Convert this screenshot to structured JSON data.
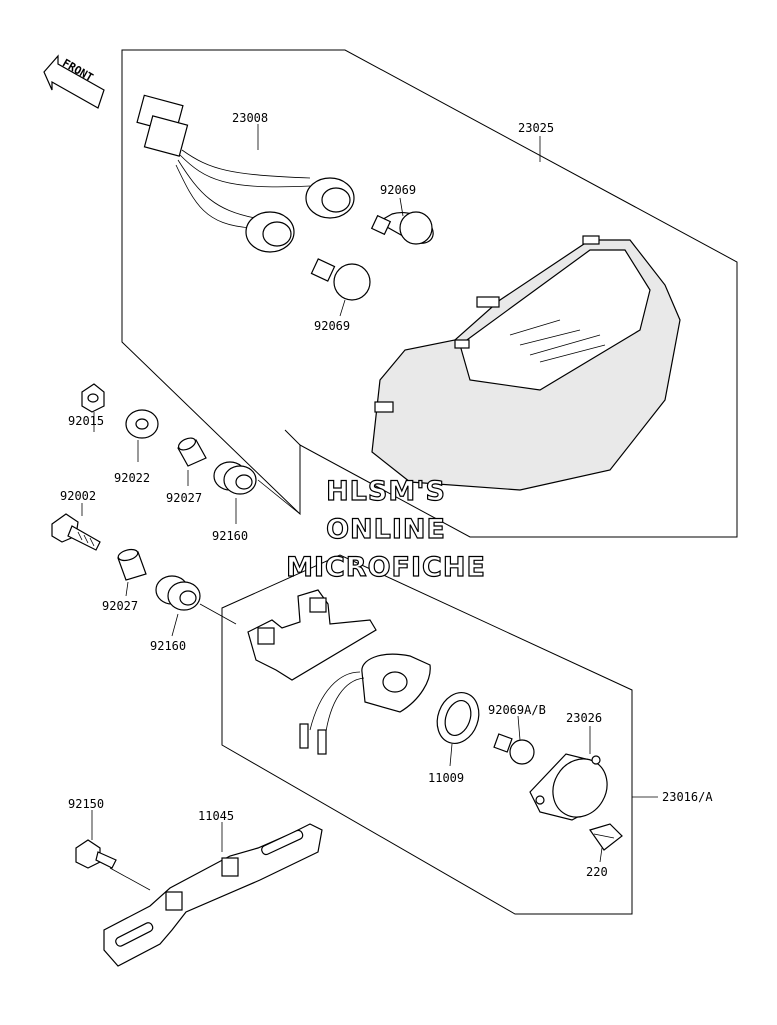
{
  "front_marker": "FRONT",
  "watermark": {
    "line1": "HLSM'S",
    "line2": "ONLINE",
    "line3": "MICROFICHE"
  },
  "parts": {
    "p23008": "23008",
    "p23025": "23025",
    "p92069_top": "92069",
    "p92069_bottom": "92069",
    "p92015": "92015",
    "p92022": "92022",
    "p92027_a": "92027",
    "p92160_a": "92160",
    "p92002": "92002",
    "p92027_b": "92027",
    "p92160_b": "92160",
    "p92069ab": "92069A/B",
    "p23026": "23026",
    "p11009": "11009",
    "p23016": "23016/A",
    "p92150": "92150",
    "p11045": "11045",
    "p220": "220"
  }
}
